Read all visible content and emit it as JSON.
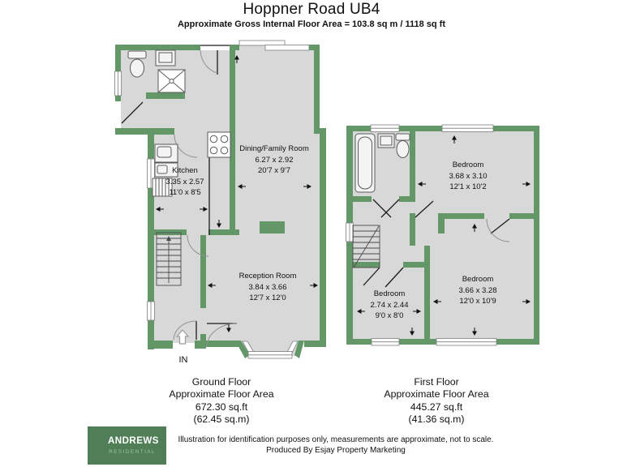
{
  "title": "Hoppner Road UB4",
  "subtitle": "Approximate Gross Internal Floor Area = 103.8 sq m / 1118 sq ft",
  "colors": {
    "wall_green": "#639767",
    "floor_gray": "#d8d8d8",
    "logo_green": "#507e57"
  },
  "ground_floor": {
    "rooms": {
      "kitchen": {
        "name": "Kitchen",
        "metric": "3.35 x 2.57",
        "imperial": "11'0 x 8'5"
      },
      "dining": {
        "name": "Dining/Family Room",
        "metric": "6.27 x 2.92",
        "imperial": "20'7 x 9'7"
      },
      "reception": {
        "name": "Reception Room",
        "metric": "3.84 x 3.66",
        "imperial": "12'7 x 12'0"
      }
    },
    "entrance_label": "IN",
    "caption": {
      "line1": "Ground Floor",
      "line2": "Approximate Floor Area",
      "line3": "672.30 sq.ft",
      "line4": "(62.45 sq.m)"
    }
  },
  "first_floor": {
    "rooms": {
      "bedroom1": {
        "name": "Bedroom",
        "metric": "3.68 x 3.10",
        "imperial": "12'1 x 10'2"
      },
      "bedroom2": {
        "name": "Bedroom",
        "metric": "3.66 x 3.28",
        "imperial": "12'0 x 10'9"
      },
      "bedroom3": {
        "name": "Bedroom",
        "metric": "2.74 x 2.44",
        "imperial": "9'0 x 8'0"
      }
    },
    "caption": {
      "line1": "First Floor",
      "line2": "Approximate Floor Area",
      "line3": "445.27 sq.ft",
      "line4": "(41.36 sq.m)"
    }
  },
  "footer": {
    "logo": {
      "brand": "ANDREWS",
      "sub": "RESIDENTIAL"
    },
    "disclaimer_line1": "Illustration for identification purposes only, measurements are approximate, not to scale.",
    "disclaimer_line2": "Produced By Esjay Property Marketing"
  }
}
